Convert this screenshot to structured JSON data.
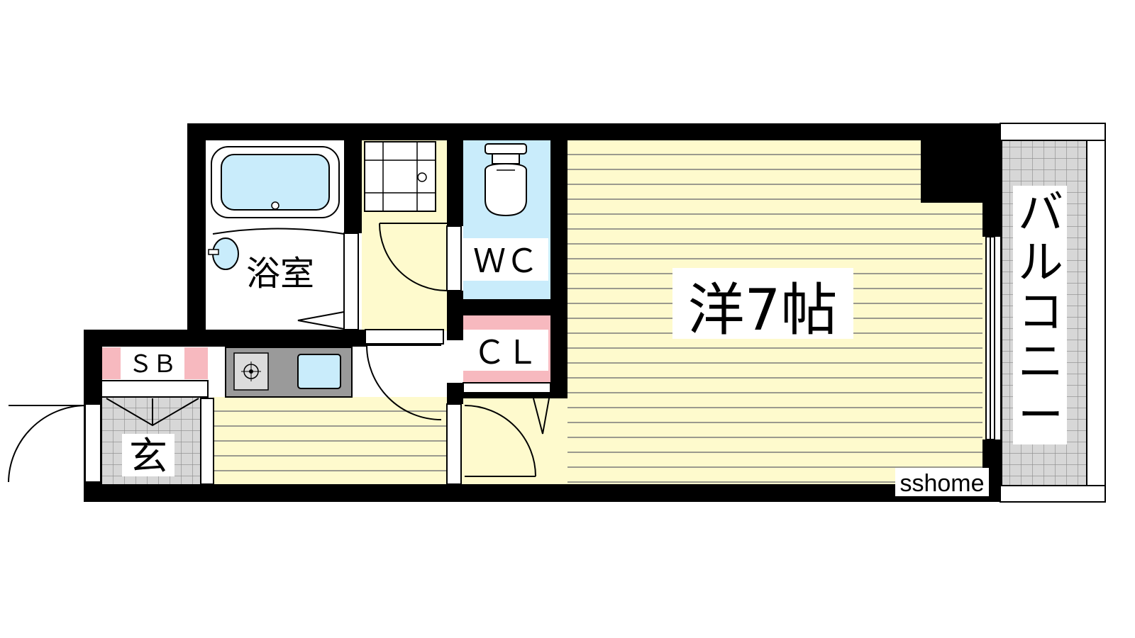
{
  "rooms": {
    "western_room": "洋7帖",
    "bathroom": "浴室",
    "toilet": "ＷＣ",
    "closet": "ＣＬ",
    "shoe_box": "ＳＢ",
    "entrance": "玄",
    "balcony": [
      "バ",
      "ル",
      "コ",
      "ニ",
      "ー"
    ]
  },
  "watermark": "sshome",
  "colors": {
    "floor_yellow": "#fefacd",
    "floor_line": "#7a7a7a",
    "wall": "#000000",
    "water_blue": "#c9ecfb",
    "storage_pink": "#f7b9bf",
    "tile_gray": "#d7d7d7",
    "tile_line": "#8a8a8a"
  },
  "icons": [
    "bathtub-icon",
    "washbasin-icon",
    "toilet-icon",
    "stove-icon",
    "kitchen-sink-icon",
    "washer-pan-icon"
  ]
}
